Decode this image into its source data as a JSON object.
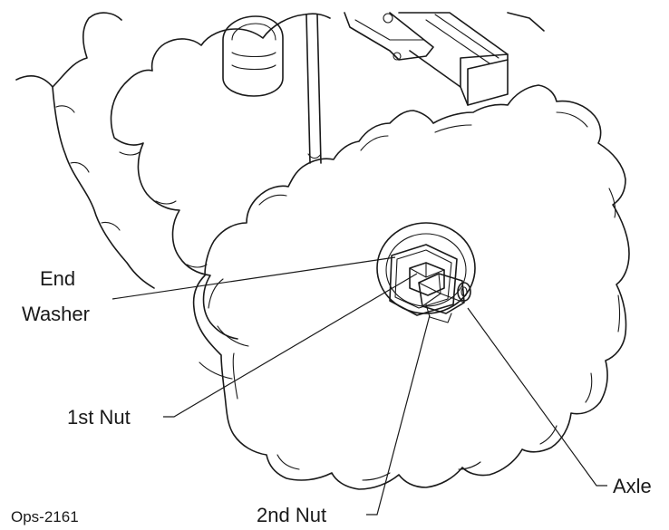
{
  "callouts": {
    "end_washer_line1": "End",
    "end_washer_line2": "Washer",
    "first_nut": "1st Nut",
    "second_nut": "2nd Nut",
    "axle": "Axle"
  },
  "figure_id": "Ops-2161"
}
